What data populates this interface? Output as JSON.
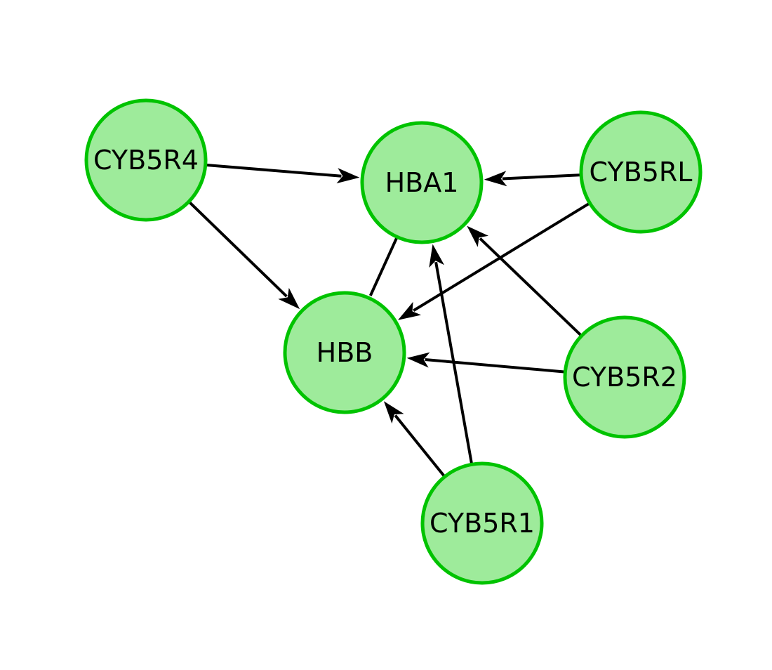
{
  "nodes": [
    {
      "id": "HBA1",
      "label": "HBA1"
    },
    {
      "id": "HBB",
      "label": "HBB"
    },
    {
      "id": "CYB5R4",
      "label": "CYB5R4"
    },
    {
      "id": "CYB5RL",
      "label": "CYB5RL"
    },
    {
      "id": "CYB5R2",
      "label": "CYB5R2"
    },
    {
      "id": "CYB5R1",
      "label": "CYB5R1"
    }
  ],
  "edges": [
    {
      "source": "CYB5R4",
      "target": "HBA1",
      "directed": true
    },
    {
      "source": "CYB5R4",
      "target": "HBB",
      "directed": true
    },
    {
      "source": "CYB5RL",
      "target": "HBA1",
      "directed": true
    },
    {
      "source": "CYB5RL",
      "target": "HBB",
      "directed": true
    },
    {
      "source": "CYB5R2",
      "target": "HBA1",
      "directed": true
    },
    {
      "source": "CYB5R2",
      "target": "HBB",
      "directed": true
    },
    {
      "source": "CYB5R1",
      "target": "HBA1",
      "directed": true
    },
    {
      "source": "CYB5R1",
      "target": "HBB",
      "directed": true
    },
    {
      "source": "HBA1",
      "target": "HBB",
      "directed": false
    }
  ],
  "colors": {
    "node_fill": "#9eeb9b",
    "node_stroke": "#00c300",
    "edge": "#000000",
    "label": "#000000"
  }
}
